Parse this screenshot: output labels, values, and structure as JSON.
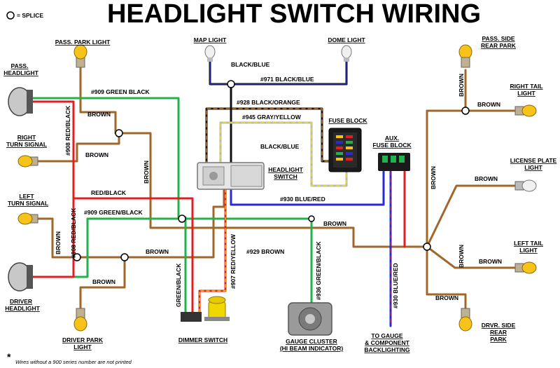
{
  "title": "HEADLIGHT SWITCH WIRING",
  "legend": {
    "label": "= SPLICE",
    "icon": "splice-icon"
  },
  "footnote": {
    "asterisk": "*",
    "text": "Wires without a 900 series number are not printed"
  },
  "colors": {
    "brown": "#a0662a",
    "green": "#22b14c",
    "red": "#e02020",
    "black": "#111111",
    "blue": "#2a2ad0",
    "orange": "#f08a1c",
    "gray": "#b8b8b8",
    "yellow": "#f2e600",
    "bulb": "#f7c21a",
    "socket": "#bfb090",
    "chrome": "#b0b0b0"
  },
  "components": {
    "pass_park_light": "PASS. PARK LIGHT",
    "pass_headlight": [
      "PASS.",
      "HEADLIGHT"
    ],
    "right_turn_signal": [
      "RIGHT",
      "TURN SIGNAL"
    ],
    "left_turn_signal": [
      "LEFT",
      "TURN SIGNAL"
    ],
    "driver_headlight": [
      "DRIVER",
      "HEADLIGHT"
    ],
    "driver_park_light": [
      "DRIVER PARK",
      "LIGHT"
    ],
    "map_light": "MAP LIGHT",
    "dome_light": "DOME LIGHT",
    "fuse_block": "FUSE BLOCK",
    "aux_fuse_block": [
      "AUX.",
      "FUSE BLOCK"
    ],
    "headlight_switch": [
      "HEADLIGHT",
      "SWITCH"
    ],
    "dimmer_switch": "DIMMER SWITCH",
    "gauge_cluster": [
      "GAUGE CLUSTER",
      "(HI BEAM INDICATOR)"
    ],
    "to_gauge": [
      "TO GAUGE",
      "& COMPONENT",
      "BACKLIGHTING"
    ],
    "pass_side_rear_park": [
      "PASS. SIDE",
      "REAR PARK"
    ],
    "right_tail_light": [
      "RIGHT TAIL",
      "LIGHT"
    ],
    "license_plate_light": [
      "LICENSE PLATE",
      "LIGHT"
    ],
    "left_tail_light": [
      "LEFT TAIL",
      "LIGHT"
    ],
    "drvr_side_rear_park": [
      "DRVR. SIDE",
      "REAR",
      "PARK"
    ]
  },
  "wires": {
    "w909_top": "#909 GREEN BLACK",
    "w909_mid": "#909 GREEN/BLACK",
    "w908_top": "#908 RED/BLACK",
    "w908_bot": "#908 RED/BLACK",
    "red_black": "RED/BLACK",
    "brown_rturn": "BROWN",
    "brown_rturn2": "BROWN",
    "brown_vert": "BROWN",
    "brown_lturn": "BROWN",
    "brown_mid": "BROWN",
    "brown_dpark": "BROWN",
    "brown_center": "BROWN",
    "black_blue_map": "BLACK/BLUE",
    "w971": "#971 BLACK/BLUE",
    "w928": "#928 BLACK/ORANGE",
    "w945": "#945 GRAY/YELLOW",
    "black_blue_sw": "BLACK/BLUE",
    "w930": "#930 BLUE/RED",
    "w930_v": "#930 BLUE/RED",
    "w929": "#929 BROWN",
    "w907": "#907 RED/YELLOW",
    "w936": "#936 GREEN/BLACK",
    "green_black_dim": "GREEN/BLACK",
    "brown_rear_v": "BROWN",
    "brown_rtail": "BROWN",
    "brown_lic": "BROWN",
    "brown_rear_v2": "BROWN",
    "brown_ltail": "BROWN",
    "brown_drpark": "BROWN",
    "brown_rpark_v": "BROWN"
  }
}
